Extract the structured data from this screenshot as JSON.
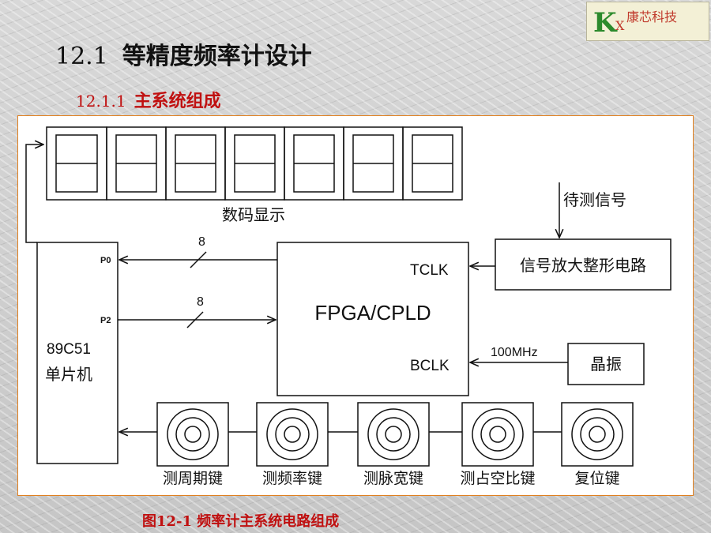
{
  "brand": {
    "k": "K",
    "x": "X",
    "name": "康芯科技"
  },
  "title": {
    "number": "12.1",
    "text": "等精度频率计设计"
  },
  "subtitle": {
    "number": "12.1.1",
    "text": "主系统组成"
  },
  "diagram": {
    "display_label": "数码显示",
    "signal_in_label": "待测信号",
    "amp_label": "信号放大整形电路",
    "fpga_label": "FPGA/CPLD",
    "tclk_label": "TCLK",
    "bclk_label": "BCLK",
    "freq_label": "100MHz",
    "crystal_label": "晶振",
    "mcu_model": "89C51",
    "mcu_name": "单片机",
    "p0_label": "P0",
    "p2_label": "P2",
    "bus_width_p0": "8",
    "bus_width_p2": "8",
    "keys": [
      "测周期键",
      "测频率键",
      "测脉宽键",
      "测占空比键",
      "复位键"
    ]
  },
  "caption": "图12-1  频率计主系统电路组成"
}
